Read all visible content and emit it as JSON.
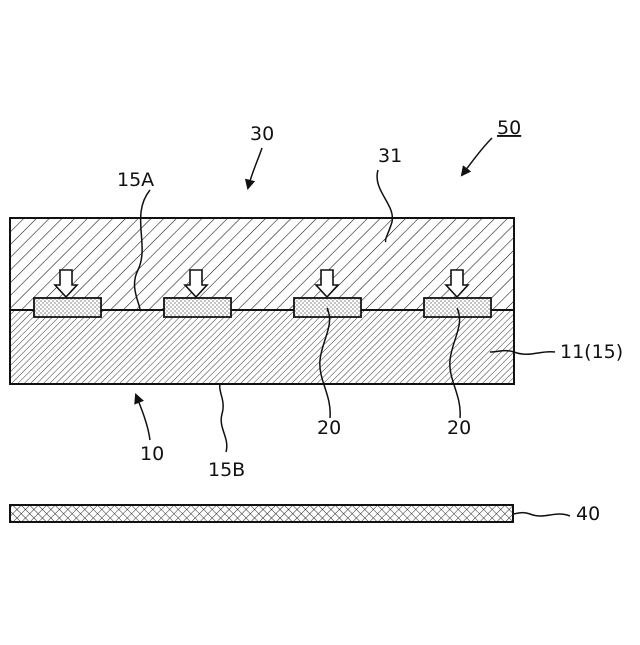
{
  "labels": {
    "ref_30": "30",
    "ref_50": "50",
    "ref_31": "31",
    "ref_15a": "15A",
    "ref_11_15": "11(15)",
    "ref_20_first": "20",
    "ref_20_second": "20",
    "ref_10": "10",
    "ref_15b": "15B",
    "ref_40": "40"
  },
  "colors": {
    "stroke": "#111111",
    "background": "#ffffff",
    "chip_fill": "#e6e6e6"
  },
  "elements": {
    "upper_layer": "diagonal-hatch-layer",
    "lower_layer": "dense-diagonal-hatch-layer",
    "chips_count": 4,
    "pressure_arrows_count": 4,
    "separate_plate": "crosshatch-plate"
  }
}
